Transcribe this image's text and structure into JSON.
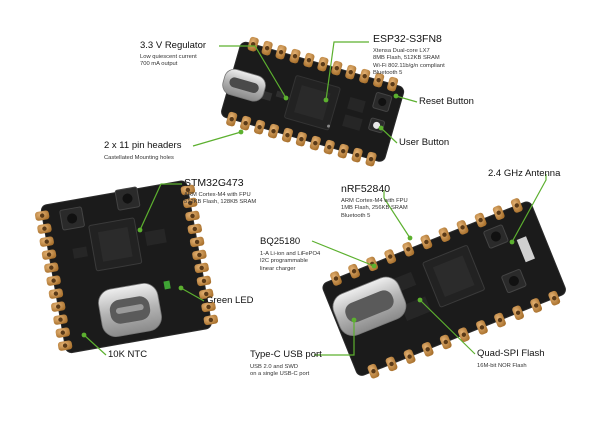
{
  "labels": {
    "regulator": {
      "title": "3.3 V Regulator",
      "lines": [
        "Low quiescent current",
        "700 mA output"
      ]
    },
    "esp32": {
      "title": "ESP32-S3FN8",
      "lines": [
        "Xtensa Dual-core LX7",
        "8MB Flash, 512KB SRAM",
        "Wi-Fi 802.11b/g/n compliant",
        "Bluetooth 5"
      ]
    },
    "reset": {
      "title": "Reset Button"
    },
    "headers": {
      "title": "2 x 11 pin headers",
      "lines": [
        "Castellated Mounting holes"
      ]
    },
    "user": {
      "title": "User Button"
    },
    "stm32": {
      "title": "STM32G473",
      "lines": [
        "ARM Cortex-M4 with FPU",
        "512KB Flash, 128KB SRAM"
      ]
    },
    "nrf": {
      "title": "nRF52840",
      "lines": [
        "ARM Cortex-M4 with FPU",
        "1MB Flash, 256KB SRAM",
        "Bluetooth 5"
      ]
    },
    "antenna": {
      "title": "2.4 GHz Antenna"
    },
    "bq": {
      "title": "BQ25180",
      "lines": [
        "1-A Li-ion and LiFePO4",
        "I2C programmable",
        "linear charger"
      ]
    },
    "led": {
      "title": "Green LED"
    },
    "ntc": {
      "title": "10K NTC"
    },
    "usb": {
      "title": "Type-C USB port",
      "lines": [
        "USB 2.0 and SWD",
        "on a single USB-C port"
      ]
    },
    "qspi": {
      "title": "Quad-SPI Flash",
      "lines": [
        "16M-bit NOR Flash"
      ]
    }
  },
  "colors": {
    "leader": "#5cb02f",
    "pcb": "#1a1a1a",
    "pad": "#c8904a",
    "usb": "#c9c9c9"
  }
}
